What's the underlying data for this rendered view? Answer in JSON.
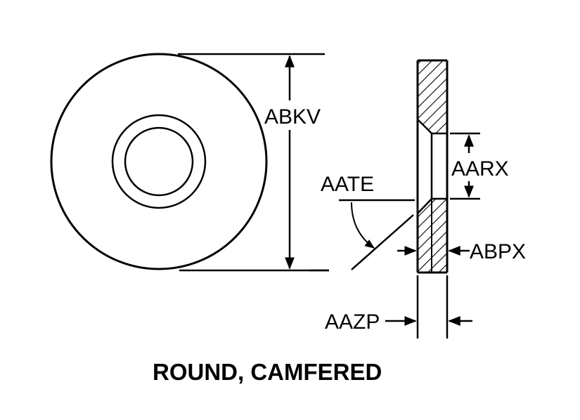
{
  "title": "ROUND, CAMFERED",
  "dimensions": {
    "outer_diameter": "ABKV",
    "hole_diameter": "AARX",
    "chamfer_angle": "AATE",
    "chamfer_depth": "ABPX",
    "thickness": "AAZP"
  },
  "colors": {
    "ink": "#000000",
    "background": "#ffffff"
  }
}
